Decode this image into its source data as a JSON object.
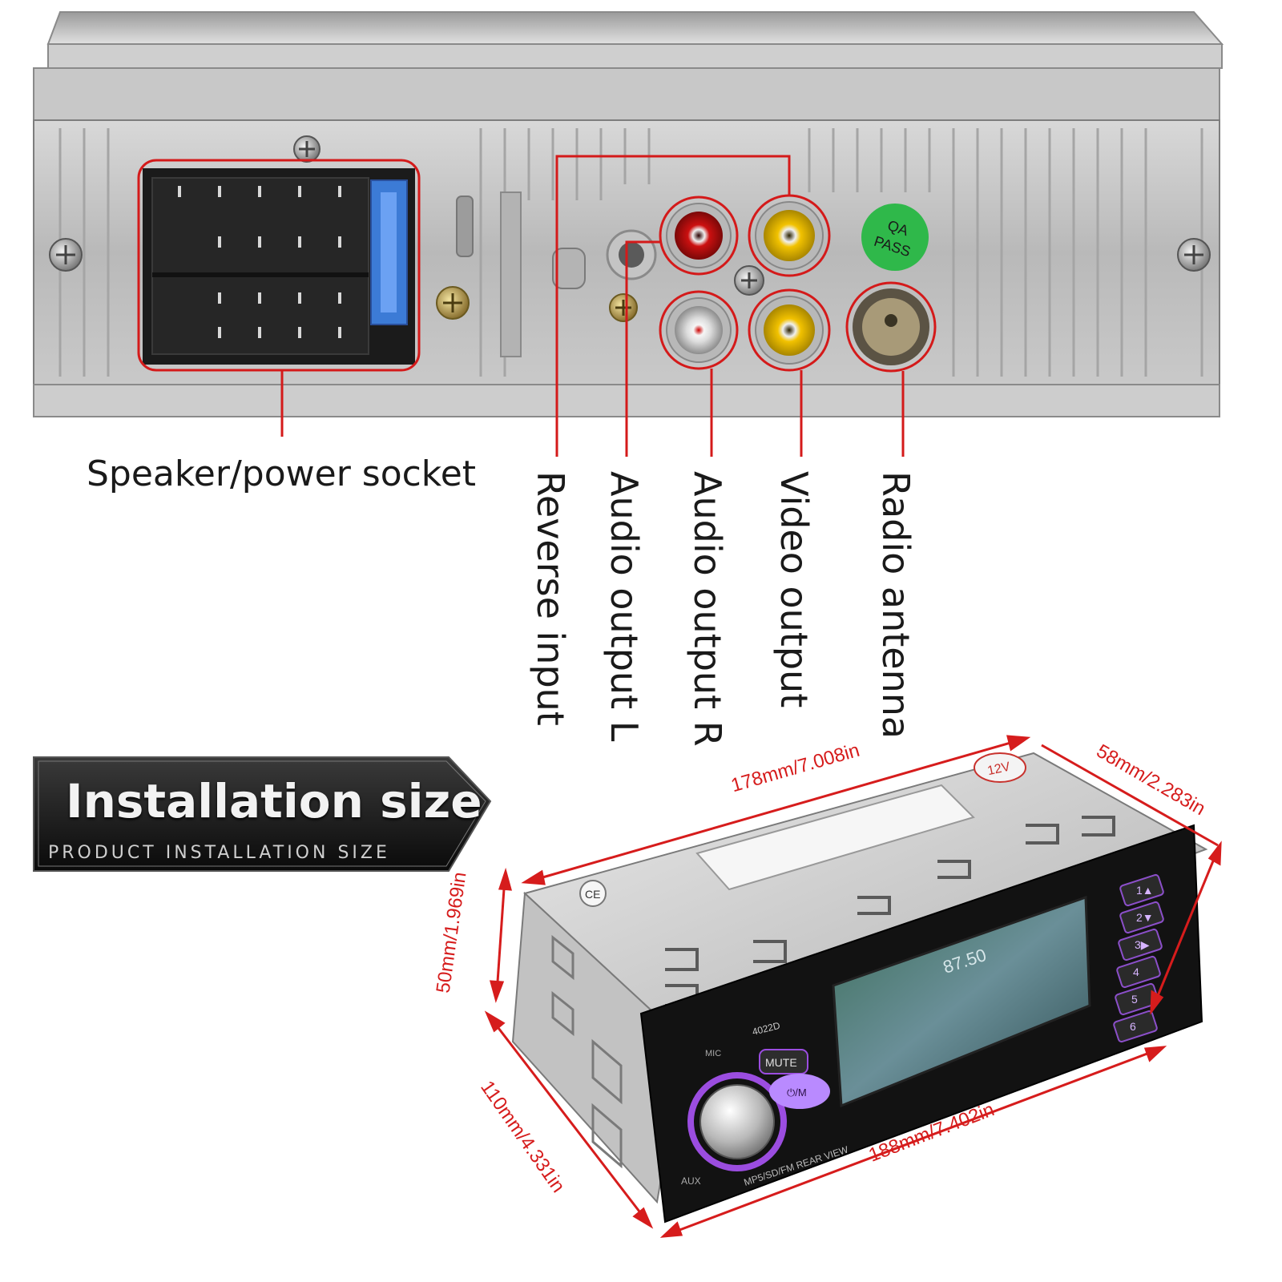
{
  "rear_panel": {
    "labels": {
      "speaker_power_socket": "Speaker/power socket",
      "reverse_input": "Reverse input",
      "audio_output_l": "Audio output L",
      "audio_output_r": "Audio output R",
      "video_output": "Video output",
      "radio_antenna": "Radio antenna"
    },
    "sticker_text": [
      "QA",
      "PASS"
    ],
    "callout_color": "#d41a1a"
  },
  "installation": {
    "title": "Installation size",
    "subtitle": "PRODUCT INSTALLATION SIZE",
    "dimensions": {
      "top_length": "178mm/7.008in",
      "top_depth": "58mm/2.283in",
      "height": "50mm/1.969in",
      "front_depth": "110mm/4.331in",
      "front_length": "188mm/7.402in"
    },
    "product_marks": {
      "voltage_badge": "12V",
      "ce_mark": "CE",
      "model": "4022D",
      "mute_button": "MUTE",
      "power_button": "⏻/M",
      "mic_label": "MIC",
      "aux_label": "AUX",
      "bottom_caption": "MP5/SD/FM REAR VIEW",
      "display_freq": "87.50",
      "preset_buttons": [
        "1▲",
        "2▼",
        "3▶",
        "4",
        "5",
        "6"
      ]
    }
  }
}
